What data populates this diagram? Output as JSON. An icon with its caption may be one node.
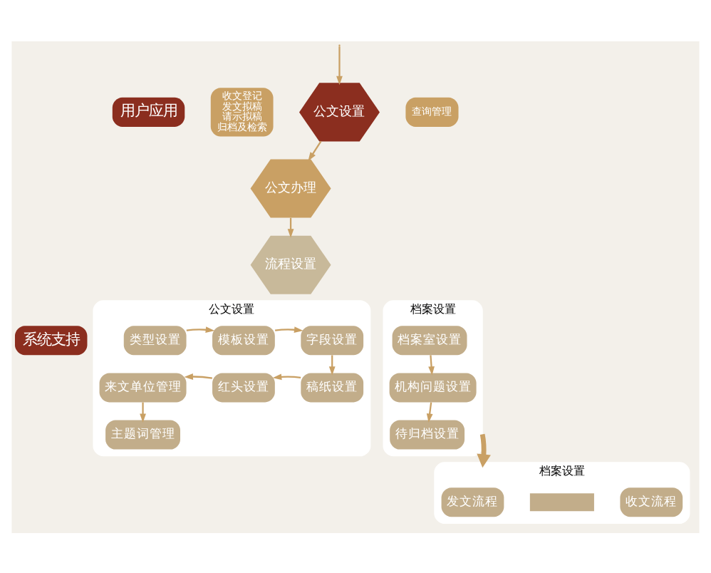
{
  "diagram": {
    "nodes": [
      {
        "text": [
          "用户应用"
        ]
      },
      {
        "text": [
          "收文登记",
          "发文拟稿",
          "请示拟稿",
          "归档及检索"
        ]
      },
      {
        "text": [
          "公文办理"
        ]
      },
      {
        "text": [
          "公文设置"
        ]
      },
      {
        "text": [
          "流程设置"
        ]
      },
      {
        "text": [
          "查询管理"
        ]
      },
      {
        "text": [
          "系统支持"
        ]
      },
      {
        "text": [
          "公文设置"
        ]
      },
      {
        "text": [
          "类型设置"
        ],
        "in": 7
      },
      {
        "text": [
          "模板设置"
        ],
        "in": 7
      },
      {
        "text": [
          "字段设置"
        ],
        "in": 7
      },
      {
        "text": [
          "稿纸设置"
        ],
        "in": 7
      },
      {
        "text": [
          "红头设置"
        ],
        "in": 7
      },
      {
        "text": [
          "来文单位管理"
        ],
        "in": 7
      },
      {
        "text": [
          "主题词管理"
        ],
        "in": 7
      },
      {
        "text": [
          "档案设置"
        ]
      },
      {
        "text": [
          "档案室设置"
        ],
        "in": 15
      },
      {
        "text": [
          "机构问题设置"
        ],
        "in": 15
      },
      {
        "text": [
          "待归档设置"
        ],
        "in": 15
      },
      {
        "text": [
          "档案设置"
        ]
      },
      {
        "text": [
          "收文流程"
        ],
        "in": 19
      },
      {
        "text": [
          "发文流程"
        ],
        "in": 19
      },
      {
        "text": [],
        "shape": "box",
        "in": 19
      }
    ],
    "edges": [
      {
        "from": 3,
        "to": 2,
        "arrow": "to"
      },
      {
        "from": 2,
        "to": 4,
        "arrow": "to"
      },
      {
        "from": null,
        "to": 3,
        "arrow": "to"
      },
      {
        "from": 8,
        "to": 9,
        "arrow": "to"
      },
      {
        "from": 9,
        "to": 10,
        "arrow": "to"
      },
      {
        "from": 10,
        "to": 11,
        "arrow": "to"
      },
      {
        "from": 11,
        "to": 12,
        "arrow": "to"
      },
      {
        "from": 12,
        "to": 13,
        "arrow": "to"
      },
      {
        "from": 13,
        "to": 14,
        "arrow": "to"
      },
      {
        "from": 16,
        "to": 17,
        "arrow": "to"
      },
      {
        "from": 17,
        "to": 18,
        "arrow": "to"
      },
      {
        "from": 15,
        "to": 19,
        "arrow": "to",
        "style": "thick"
      }
    ]
  }
}
